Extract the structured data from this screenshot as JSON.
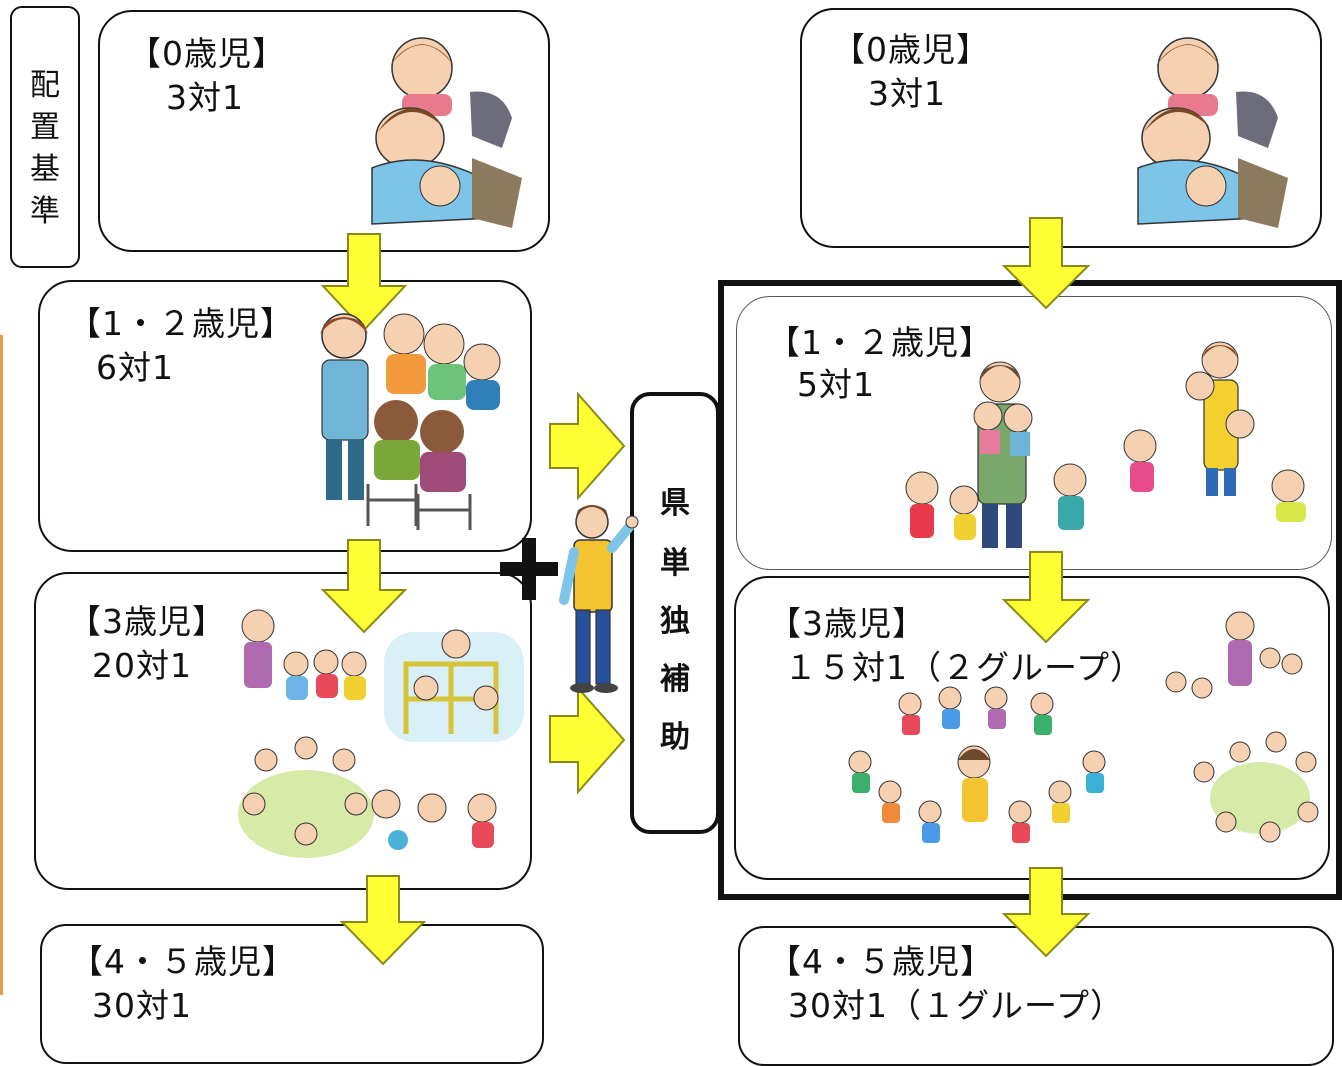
{
  "side_label": "配置基準",
  "side_label_chars": [
    "配",
    "置",
    "基",
    "準"
  ],
  "center_label": "県単独補助",
  "center_label_chars": [
    "県",
    "単",
    "独",
    "補",
    "助"
  ],
  "plus_symbol": "+",
  "left_column": {
    "age0": {
      "title": "【0歳児】",
      "ratio": "3対1"
    },
    "age12": {
      "title": "【1・２歳児】",
      "ratio": "6対1"
    },
    "age3": {
      "title": "【3歳児】",
      "ratio": "20対1"
    },
    "age45": {
      "title": "【4・５歳児】",
      "ratio": "30対1"
    }
  },
  "right_column": {
    "age0": {
      "title": "【0歳児】",
      "ratio": "3対1"
    },
    "age12": {
      "title": "【1・２歳児】",
      "ratio": "5対1"
    },
    "age3": {
      "title": "【3歳児】",
      "ratio": "１５対1（２グループ）"
    },
    "age45": {
      "title": "【4・５歳児】",
      "ratio": "30対1（１グループ）"
    }
  },
  "colors": {
    "arrow_fill": "#ffff33",
    "arrow_stroke": "#8a8a1a",
    "border": "#111111",
    "accent_orange": "#e49b52"
  },
  "icons": [
    "children-pile-illustration",
    "teacher-group-illustration",
    "playground-illustration",
    "staff-member-figure",
    "circle-dance-illustration"
  ]
}
